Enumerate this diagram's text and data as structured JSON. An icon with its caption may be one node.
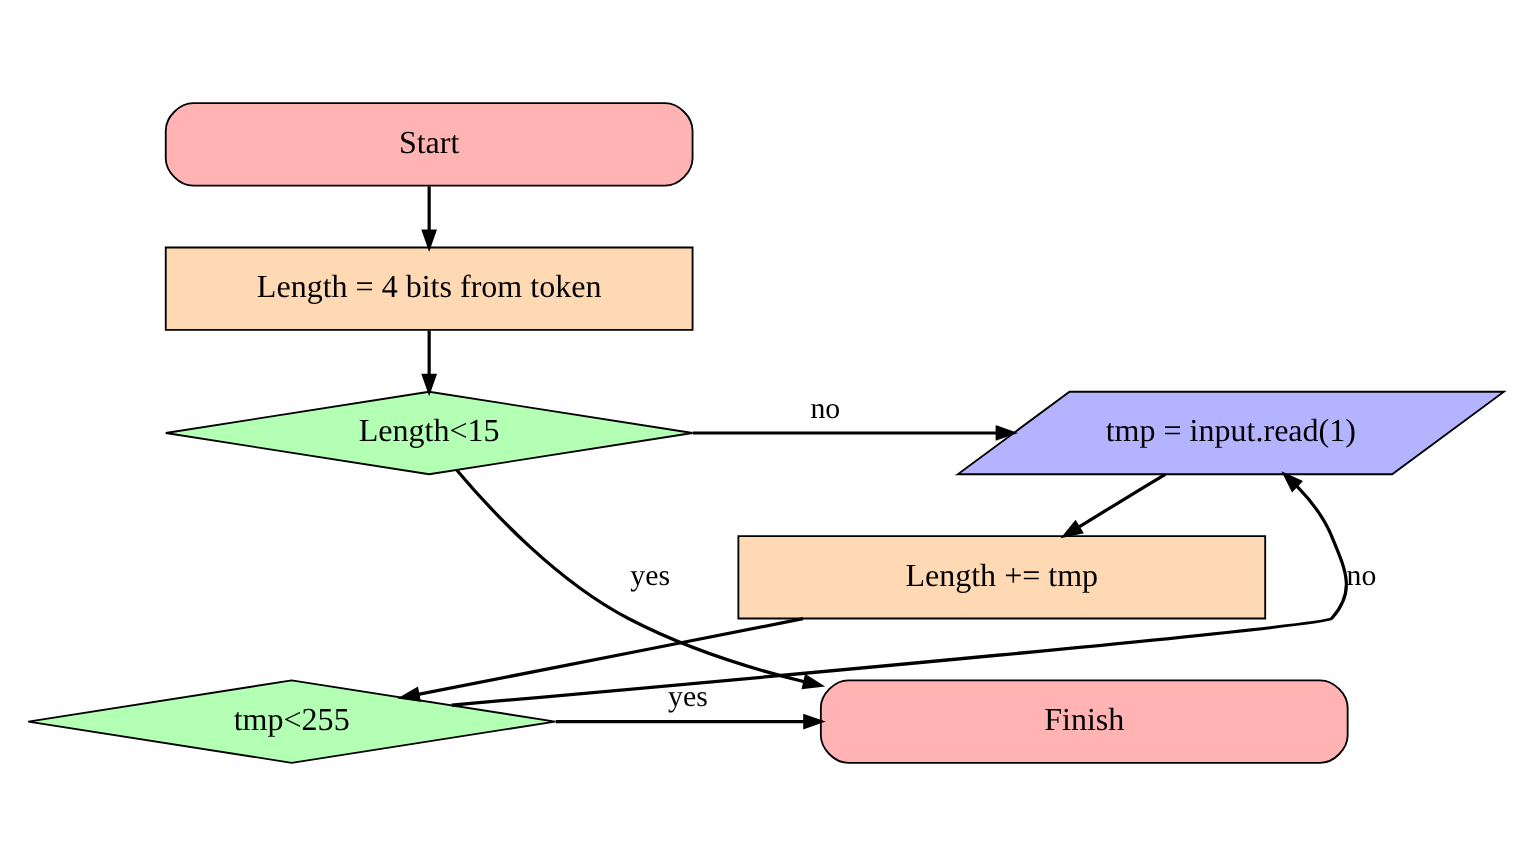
{
  "diagram": {
    "nodes": [
      {
        "text": [
          "Start"
        ]
      },
      {
        "text": [
          "Length = 4 bits from token"
        ]
      },
      {
        "text": [
          "Length<15"
        ]
      },
      {
        "text": [
          "tmp = input.read(1)"
        ]
      },
      {
        "text": [
          "Length += tmp"
        ]
      },
      {
        "text": [
          "tmp<255"
        ]
      },
      {
        "text": [
          "Finish"
        ]
      }
    ],
    "edges": [
      {
        "from": 0,
        "to": 1,
        "arrow": "to"
      },
      {
        "from": 1,
        "to": 2,
        "arrow": "to"
      },
      {
        "from": 2,
        "to": 3,
        "arrow": "to",
        "label": "no"
      },
      {
        "from": 2,
        "to": 6,
        "arrow": "to",
        "label": "yes"
      },
      {
        "from": 3,
        "to": 4,
        "arrow": "to"
      },
      {
        "from": 4,
        "to": 5,
        "arrow": "to"
      },
      {
        "from": 5,
        "to": 6,
        "arrow": "to",
        "label": "yes"
      },
      {
        "from": 5,
        "to": 3,
        "arrow": "to",
        "label": "no"
      }
    ]
  }
}
